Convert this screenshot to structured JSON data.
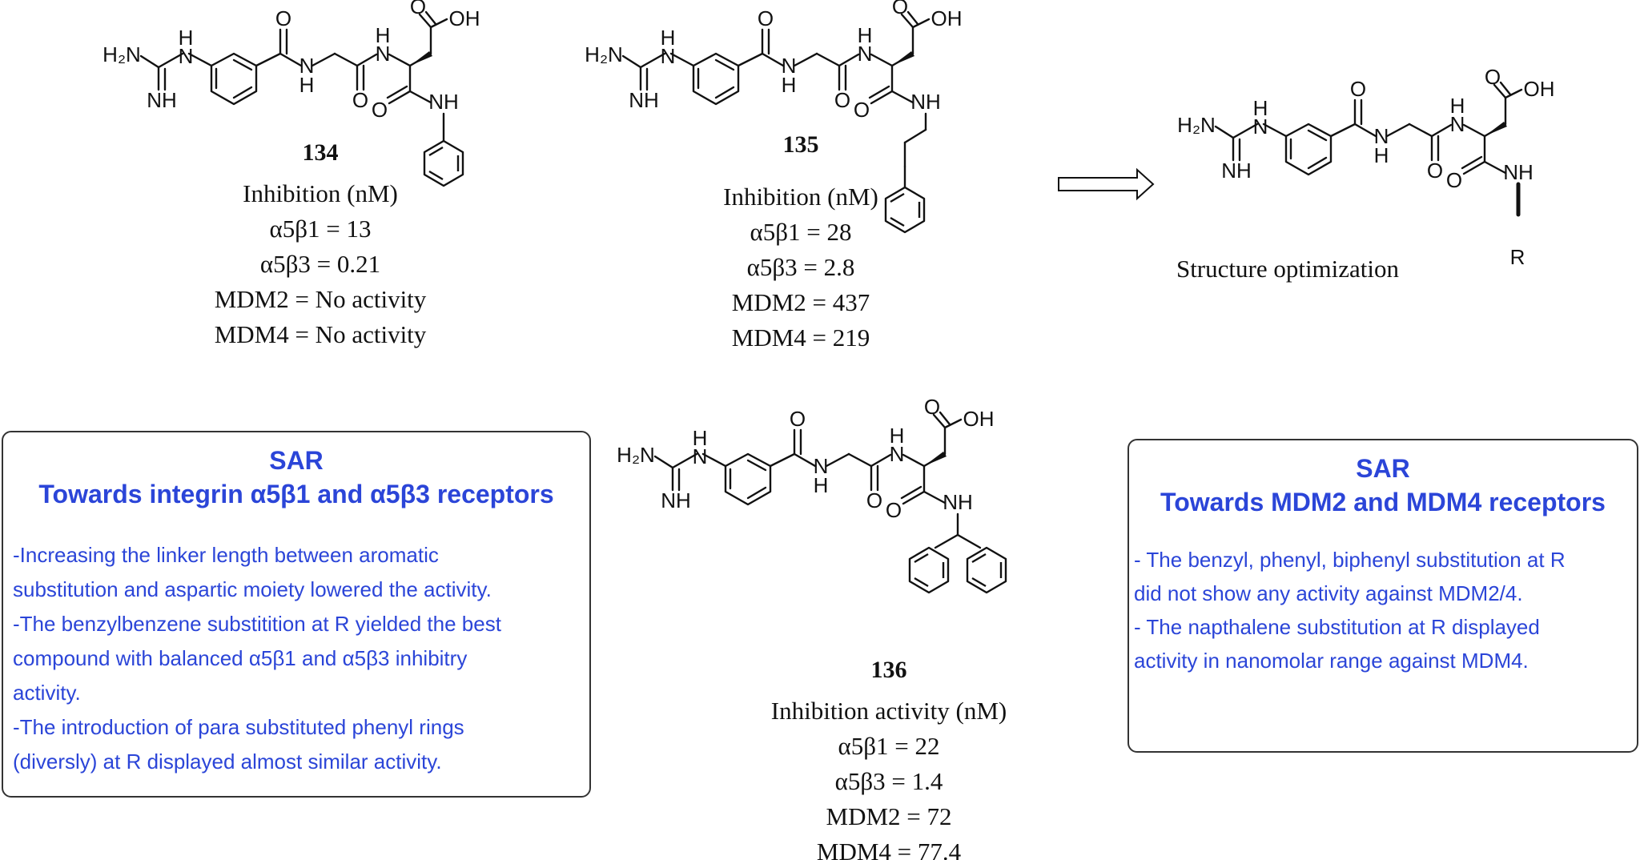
{
  "compounds": [
    {
      "id": "134",
      "heading": "Inhibition (nM)",
      "values": [
        "α5β1 = 13",
        "α5β3 = 0.21",
        "MDM2 = No activity",
        "MDM4 = No activity"
      ]
    },
    {
      "id": "135",
      "heading": "Inhibition (nM)",
      "values": [
        "α5β1 = 28",
        "α5β3 = 2.8",
        "MDM2 = 437",
        "MDM4 = 219"
      ]
    },
    {
      "id": "136",
      "heading": "Inhibition activity (nM)",
      "values": [
        "α5β1 = 22",
        "α5β3 = 1.4",
        "MDM2 = 72",
        "MDM4 = 77.4"
      ]
    }
  ],
  "optimization": {
    "caption": "Structure optimization",
    "group": "R"
  },
  "atoms": {
    "amine": "H₂N",
    "nh": "NH",
    "h": "H",
    "n": "N",
    "o": "O",
    "oh": "OH"
  },
  "sar_integrin": {
    "title_line1": "SAR",
    "title_line2": "Towards integrin α5β1 and α5β3 receptors",
    "lines": [
      "-Increasing the linker length between aromatic",
      "substitution and aspartic moiety lowered the activity.",
      "-The benzylbenzene substitition at R yielded the best",
      "compound with balanced α5β1 and α5β3 inhibitry",
      "activity.",
      "-The introduction of para substituted phenyl rings",
      "(diversly) at R displayed almost similar activity."
    ]
  },
  "sar_mdm": {
    "title_line1": "SAR",
    "title_line2": "Towards MDM2 and MDM4 receptors",
    "lines": [
      "- The benzyl, phenyl, biphenyl substitution at R",
      "did not show any activity against MDM2/4.",
      "- The napthalene substitution at R displayed",
      "activity in nanomolar range against MDM4."
    ]
  },
  "colors": {
    "sar_text": "#2b45d8",
    "structure": "#111111",
    "box_border": "#333333"
  }
}
